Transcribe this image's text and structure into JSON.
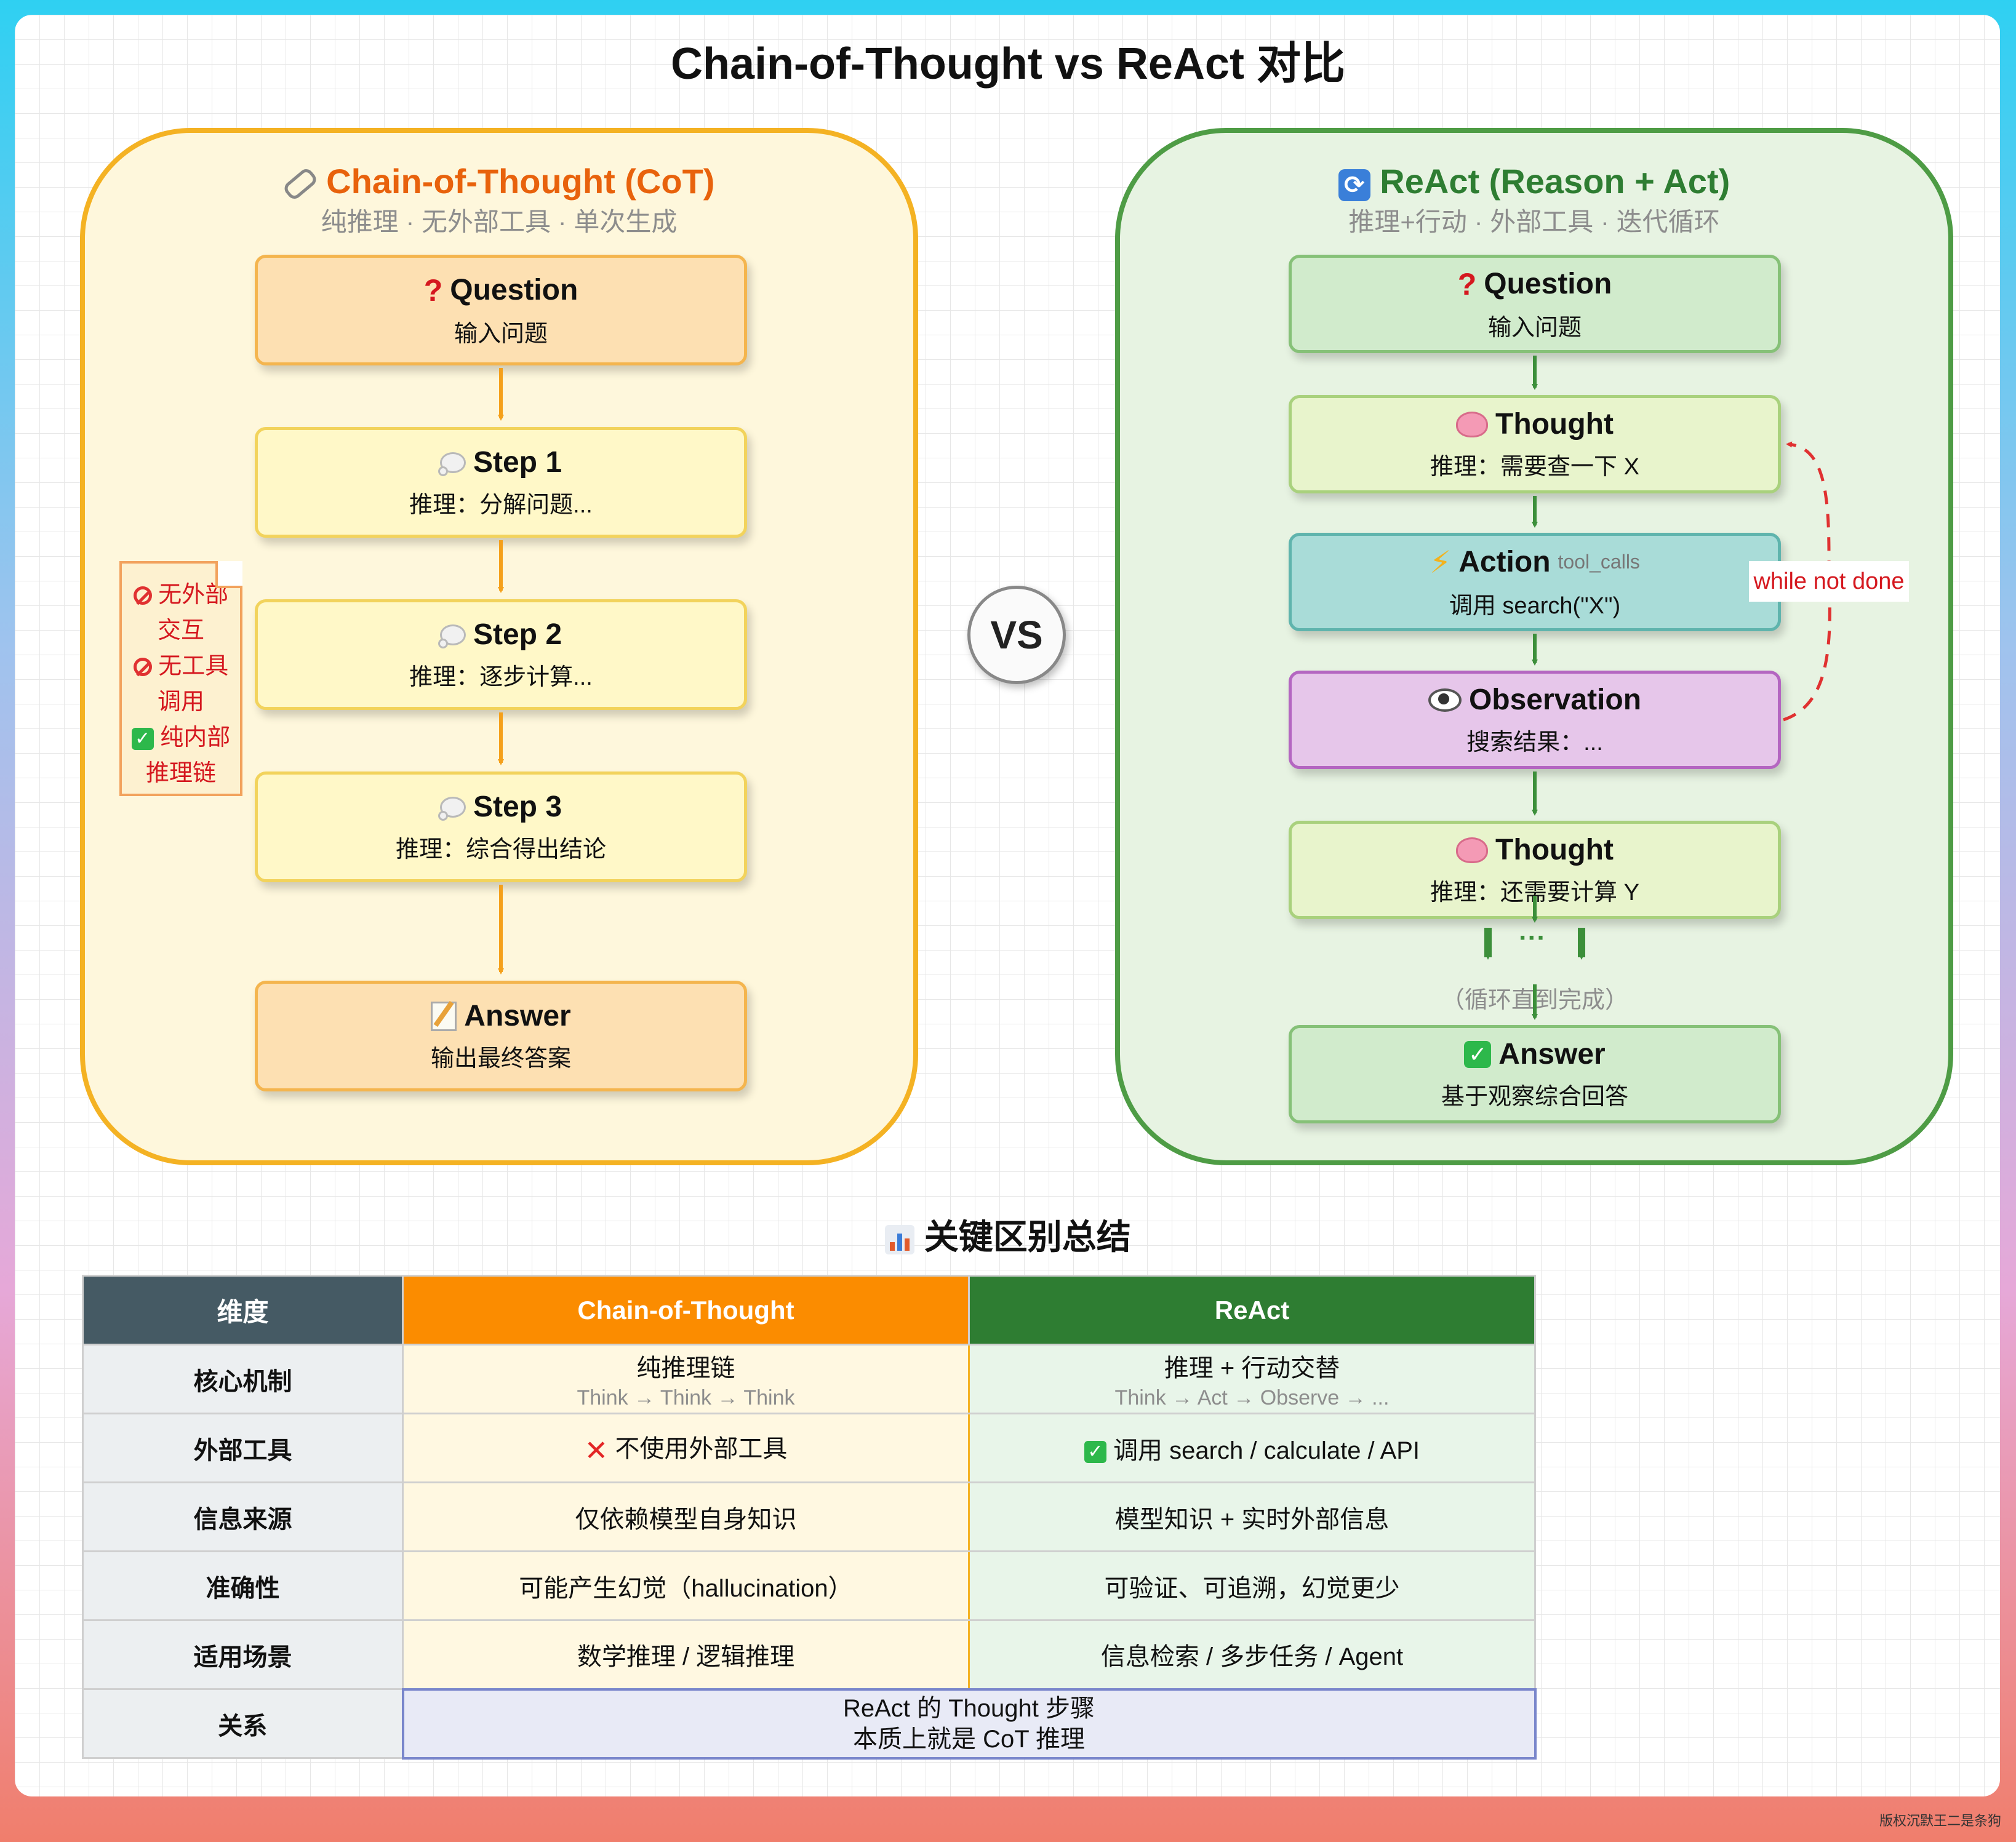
{
  "title": "Chain-of-Thought vs ReAct 对比",
  "cot": {
    "title": "Chain-of-Thought (CoT)",
    "title_icon": "link-icon",
    "subtitle": "纯推理 · 无外部工具 · 单次生成",
    "color_title": "#e8620c",
    "nodes": [
      {
        "icon": "question-icon",
        "title": "Question",
        "sub": "输入问题"
      },
      {
        "icon": "thought-bubble-icon",
        "title": "Step 1",
        "sub": "推理：分解问题..."
      },
      {
        "icon": "thought-bubble-icon",
        "title": "Step 2",
        "sub": "推理：逐步计算..."
      },
      {
        "icon": "thought-bubble-icon",
        "title": "Step 3",
        "sub": "推理：综合得出结论"
      },
      {
        "icon": "memo-icon",
        "title": "Answer",
        "sub": "输出最终答案"
      }
    ],
    "note": {
      "line1": "无外部",
      "line2": "交互",
      "line3": "无工具",
      "line4": "调用",
      "line5": "纯内部",
      "line6": "推理链"
    }
  },
  "vs_label": "VS",
  "react": {
    "title": "ReAct (Reason + Act)",
    "title_icon": "cycle-icon",
    "subtitle": "推理+行动 · 外部工具 · 迭代循环",
    "color_title": "#2e7d32",
    "nodes": [
      {
        "icon": "question-icon",
        "title": "Question",
        "sub": "输入问题"
      },
      {
        "icon": "brain-icon",
        "title": "Thought",
        "sub": "推理：需要查一下 X"
      },
      {
        "icon": "lightning-icon",
        "title": "Action",
        "tag": "tool_calls",
        "sub": "调用 search(\"X\")"
      },
      {
        "icon": "eye-icon",
        "title": "Observation",
        "sub": "搜索结果：..."
      },
      {
        "icon": "brain-icon",
        "title": "Thought",
        "sub": "推理：还需要计算 Y"
      },
      {
        "icon": "check-icon",
        "title": "Answer",
        "sub": "基于观察综合回答"
      }
    ],
    "loop_label": "while not done",
    "ellipsis": "···",
    "loop_note": "（循环直到完成）"
  },
  "summary": {
    "title": "关键区别总结",
    "title_icon": "bar-chart-icon",
    "headers": [
      "维度",
      "Chain-of-Thought",
      "ReAct"
    ],
    "rows": [
      {
        "dim": "核心机制",
        "cot": "纯推理链",
        "cot_sub": "Think → Think → Think",
        "react": "推理 + 行动交替",
        "react_sub": "Think → Act → Observe → ..."
      },
      {
        "dim": "外部工具",
        "cot": "不使用外部工具",
        "react": "调用 search / calculate / API"
      },
      {
        "dim": "信息来源",
        "cot": "仅依赖模型自身知识",
        "react": "模型知识 + 实时外部信息"
      },
      {
        "dim": "准确性",
        "cot": "可能产生幻觉（hallucination）",
        "react": "可验证、可追溯，幻觉更少"
      },
      {
        "dim": "适用场景",
        "cot": "数学推理 / 逻辑推理",
        "react": "信息检索 / 多步任务 / Agent"
      }
    ],
    "relation": {
      "dim": "关系",
      "line1": "ReAct 的 Thought 步骤",
      "line2": "本质上就是 CoT 推理"
    }
  },
  "watermark": "版权沉默王二是条狗",
  "colors": {
    "cot_border": "#f4b223",
    "react_border": "#4e9c45",
    "cot_arrow": "#f5a01a",
    "react_arrow": "#3c8f3a",
    "loop_arrow": "#e03131"
  }
}
